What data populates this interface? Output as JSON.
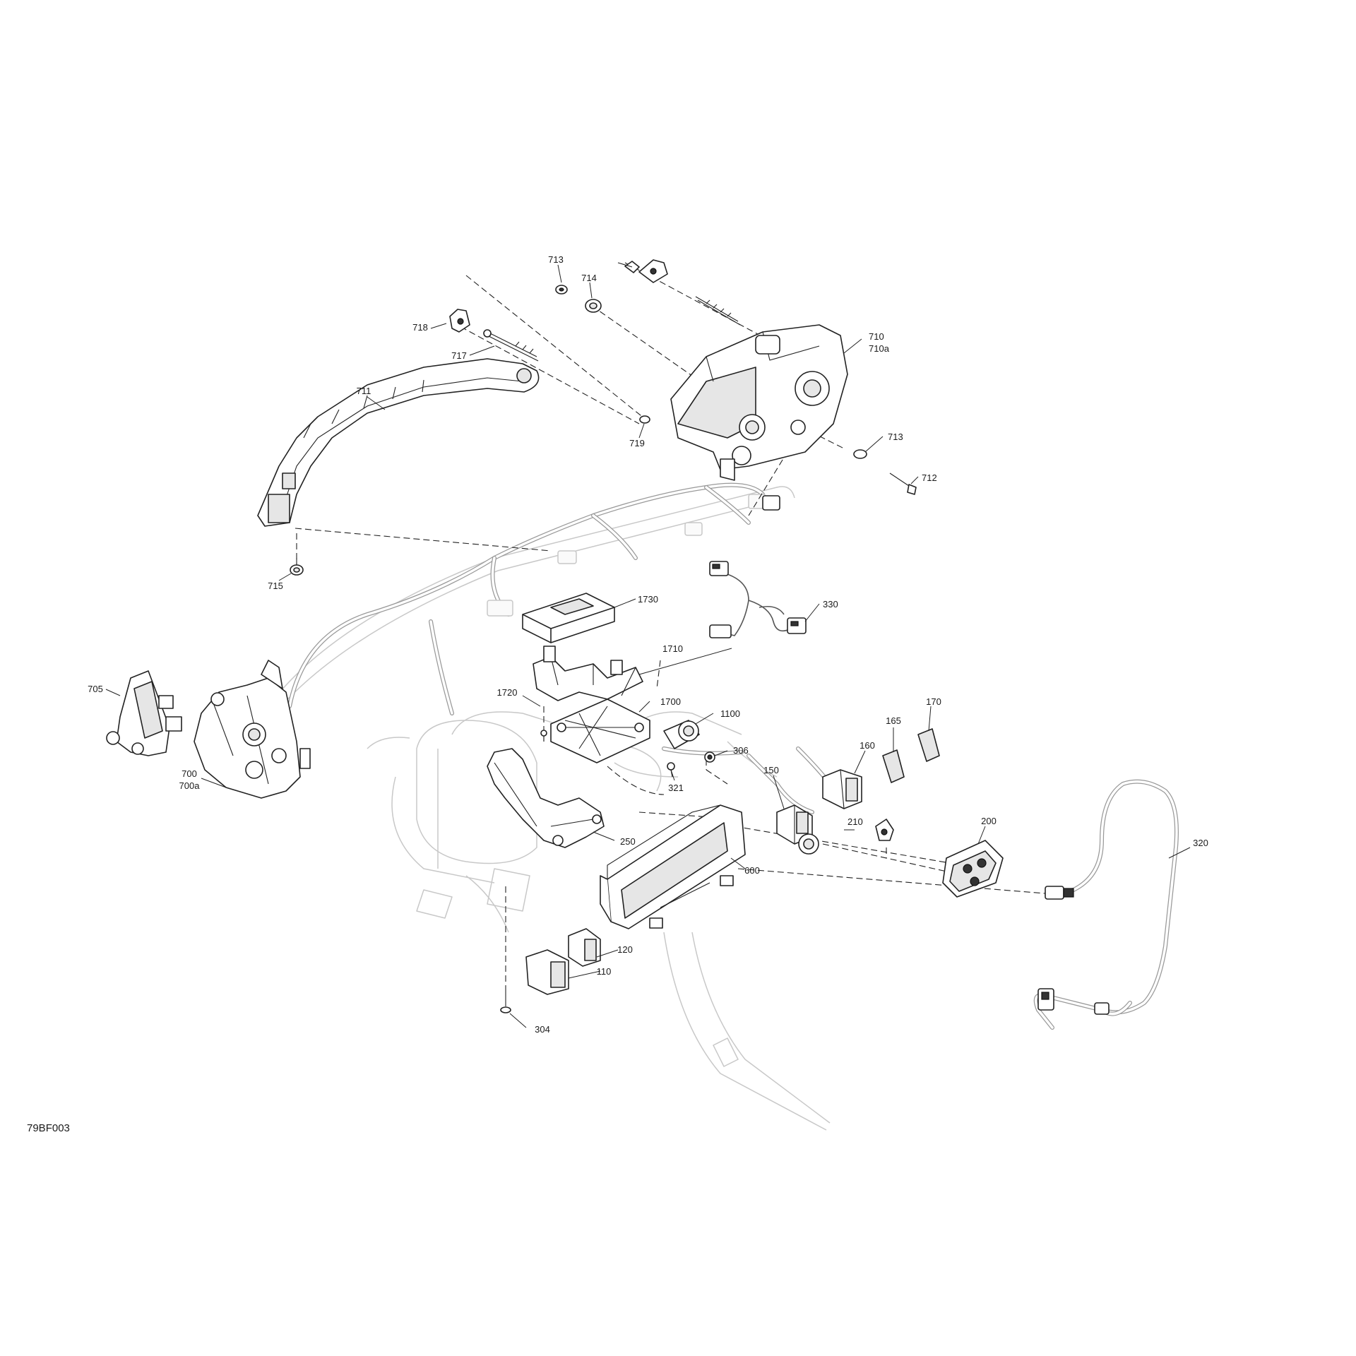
{
  "figure_id": "79BF003",
  "callouts": {
    "c713a": "713",
    "c714": "714",
    "c718": "718",
    "c717": "717",
    "c710": "710",
    "c710a": "710a",
    "c711": "711",
    "c719": "719",
    "c713b": "713",
    "c712": "712",
    "c715": "715",
    "c1730": "1730",
    "c330": "330",
    "c1710": "1710",
    "c705": "705",
    "c1720": "1720",
    "c1700": "1700",
    "c1100": "1100",
    "c170": "170",
    "c165": "165",
    "c306": "306",
    "c160": "160",
    "c150": "150",
    "c321": "321",
    "c700": "700",
    "c700a": "700a",
    "c210": "210",
    "c200": "200",
    "c320": "320",
    "c250": "250",
    "c600": "600",
    "c120": "120",
    "c110": "110",
    "c304": "304"
  }
}
